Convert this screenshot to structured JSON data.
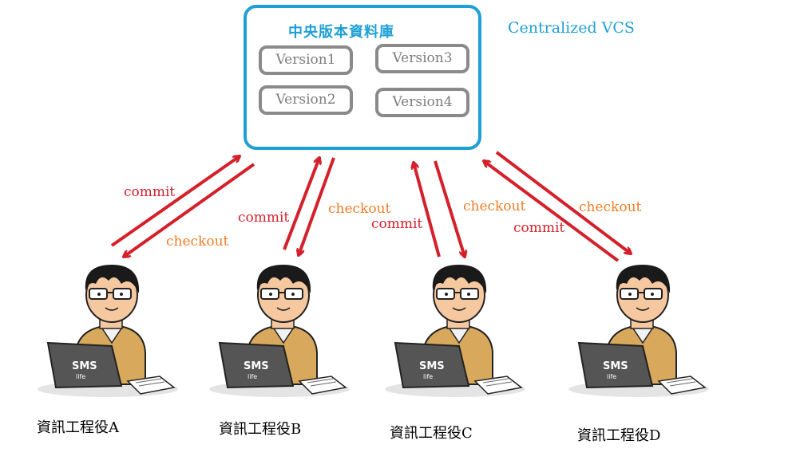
{
  "repository": {
    "title": "中央版本資料庫",
    "caption": "Centralized VCS",
    "versions": [
      "Version1",
      "Version3",
      "Version2",
      "Version4"
    ]
  },
  "flows": [
    {
      "commit": "commit",
      "checkout": "checkout"
    },
    {
      "commit": "commit",
      "checkout": "checkout"
    },
    {
      "commit": "commit",
      "checkout": "checkout"
    },
    {
      "commit": "commit",
      "checkout": "checkout"
    }
  ],
  "engineers": [
    {
      "label": "資訊工程役A",
      "laptop_logo": [
        "SMS",
        "life"
      ]
    },
    {
      "label": "資訊工程役B",
      "laptop_logo": [
        "SMS",
        "life"
      ]
    },
    {
      "label": "資訊工程役C",
      "laptop_logo": [
        "SMS",
        "life"
      ]
    },
    {
      "label": "資訊工程役D",
      "laptop_logo": [
        "SMS",
        "life"
      ]
    }
  ],
  "colors": {
    "repo_border": "#1ea0d6",
    "version_border": "#8a8a8a",
    "arrow": "#d4202b",
    "commit_text": "#d4202b",
    "checkout_text": "#ef7d26"
  }
}
